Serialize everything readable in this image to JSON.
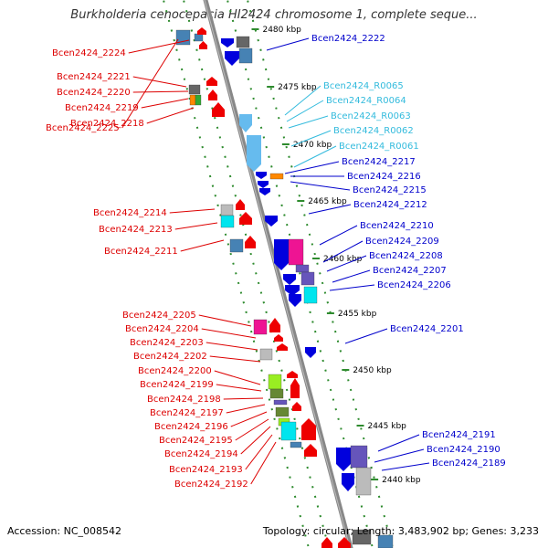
{
  "title": "Burkholderia cenocepacia HI2424 chromosome 1, complete seque...",
  "footer": {
    "accession": "Accession: NC_008542",
    "summary": "Topology: circular; Length: 3,483,902 bp; Genes: 3,233"
  },
  "colors": {
    "background": "#ffffff",
    "backbone": "#888888",
    "strand_track": "#2e8b2e",
    "forward_label": "#dd0000",
    "reverse_label": "#0000cc",
    "rna_label": "#33bbdd"
  },
  "kbp_ticks": [
    "2480 kbp",
    "2475 kbp",
    "2470 kbp",
    "2465 kbp",
    "2460 kbp",
    "2455 kbp",
    "2450 kbp",
    "2445 kbp",
    "2440 kbp"
  ],
  "left_labels": [
    "Bcen2424_2225",
    "Bcen2424_2224",
    "Bcen2424_2221",
    "Bcen2424_2220",
    "Bcen2424_2219",
    "Bcen2424_2218",
    "Bcen2424_2214",
    "Bcen2424_2213",
    "Bcen2424_2211",
    "Bcen2424_2205",
    "Bcen2424_2204",
    "Bcen2424_2203",
    "Bcen2424_2202",
    "Bcen2424_2200",
    "Bcen2424_2199",
    "Bcen2424_2198",
    "Bcen2424_2197",
    "Bcen2424_2196",
    "Bcen2424_2195",
    "Bcen2424_2194",
    "Bcen2424_2193",
    "Bcen2424_2192"
  ],
  "right_labels": [
    {
      "text": "Bcen2424_2222",
      "kind": "gene"
    },
    {
      "text": "Bcen2424_R0065",
      "kind": "rna"
    },
    {
      "text": "Bcen2424_R0064",
      "kind": "rna"
    },
    {
      "text": "Bcen2424_R0063",
      "kind": "rna"
    },
    {
      "text": "Bcen2424_R0062",
      "kind": "rna"
    },
    {
      "text": "Bcen2424_R0061",
      "kind": "rna"
    },
    {
      "text": "Bcen2424_2217",
      "kind": "gene"
    },
    {
      "text": "Bcen2424_2216",
      "kind": "gene"
    },
    {
      "text": "Bcen2424_2215",
      "kind": "gene"
    },
    {
      "text": "Bcen2424_2212",
      "kind": "gene"
    },
    {
      "text": "Bcen2424_2210",
      "kind": "gene"
    },
    {
      "text": "Bcen2424_2209",
      "kind": "gene"
    },
    {
      "text": "Bcen2424_2208",
      "kind": "gene"
    },
    {
      "text": "Bcen2424_2207",
      "kind": "gene"
    },
    {
      "text": "Bcen2424_2206",
      "kind": "gene"
    },
    {
      "text": "Bcen2424_2201",
      "kind": "gene"
    },
    {
      "text": "Bcen2424_2191",
      "kind": "gene"
    },
    {
      "text": "Bcen2424_2190",
      "kind": "gene"
    },
    {
      "text": "Bcen2424_2189",
      "kind": "gene"
    }
  ]
}
